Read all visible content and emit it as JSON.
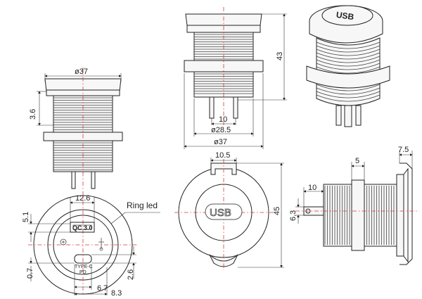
{
  "front_left": {
    "dia_top": "ø37",
    "height_flange": "3.6"
  },
  "front_mid": {
    "height_total": "43",
    "pin_spacing": "10",
    "dia_thread": "ø28.5",
    "dia_flange": "ø37"
  },
  "face_view": {
    "width_top": "12.6",
    "ring_led": "Ring led",
    "left_offset": "5.1",
    "qc_label": "QC 3.0",
    "typec_label": "TYPE-C",
    "pd_label": "PD",
    "dim_07": "0.7",
    "dim_26": "2.6",
    "dim_67": "6.7",
    "dim_83": "8.3"
  },
  "cap_view": {
    "top_width": "10.5",
    "cap_text": "USB",
    "height": "45"
  },
  "side_view": {
    "dim_5": "5",
    "dim_75": "7.5",
    "dim_10": "10",
    "dim_63": "6.3"
  },
  "iso_view": {
    "cap_text": "USB"
  }
}
